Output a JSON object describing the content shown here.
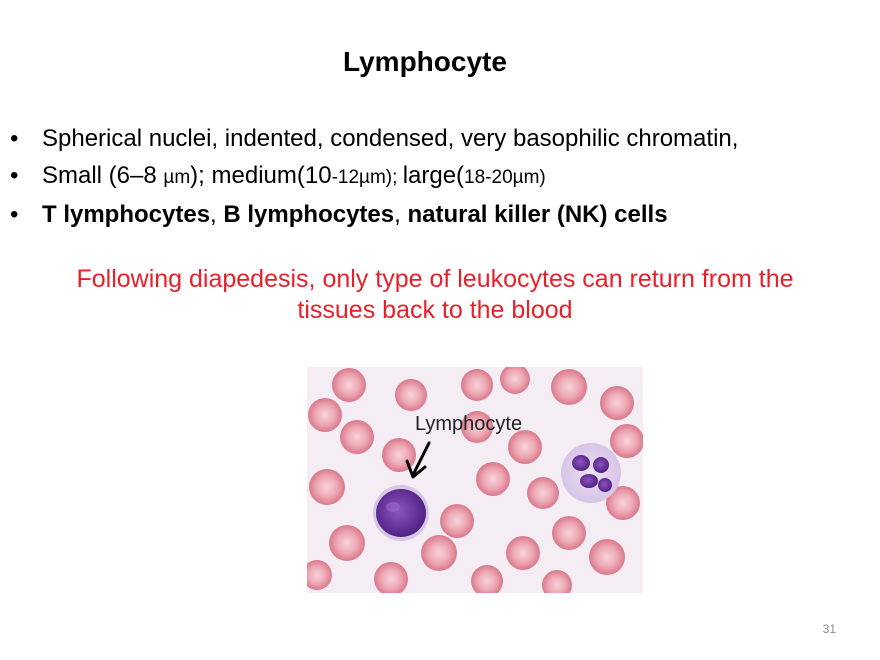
{
  "slide": {
    "title": "Lymphocyte",
    "bullets": [
      {
        "text": "Spherical nuclei, indented, condensed, very basophilic chromatin,"
      },
      {
        "parts": [
          "Small (",
          "6–8 ",
          "µm",
          ");",
          " medium(10",
          "-12µm); ",
          " large(",
          "18-20µm)"
        ]
      },
      {
        "parts": [
          "T lymphocytes",
          ", ",
          "B lymphocytes",
          ", ",
          "natural killer (NK) cells"
        ]
      }
    ],
    "note_line1": "Following diapedesis, only type of leukocytes can return from the",
    "note_line2": "tissues back to the blood",
    "figure": {
      "label": "Lymphocyte",
      "description_icons": [
        "red-blood-cell",
        "lymphocyte-cell",
        "neutrophil-cell",
        "arrow"
      ]
    },
    "page_number": "31"
  },
  "colors": {
    "note": "#e8202a",
    "rbc": "#e58a9a",
    "nucleus": "#6a2f9c",
    "background": "#ffffff"
  }
}
